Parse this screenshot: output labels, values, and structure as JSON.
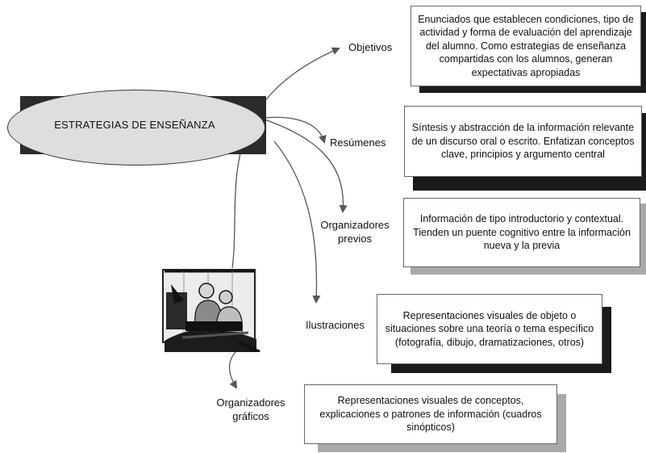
{
  "center": {
    "label": "ESTRATEGIAS DE ENSEÑANZA"
  },
  "branches": [
    {
      "id": "objetivos",
      "label": "Objetivos",
      "description": "Enunciados que establecen condiciones, tipo de actividad y forma de evaluación del aprendizaje del alumno. Como estrategias de enseñanza compartidas con los alumnos, generan expectativas apropiadas"
    },
    {
      "id": "resumenes",
      "label": "Resúmenes",
      "description": "Síntesis y abstracción de la información relevante de un discurso oral o escrito. Enfatizan conceptos clave,  principios y argumento central"
    },
    {
      "id": "organizadores-previos",
      "label": "Organizadores previos",
      "description": "Información de tipo introductorio y contextual. Tienden un puente cognitivo entre la información nueva y la previa"
    },
    {
      "id": "ilustraciones",
      "label": "Ilustraciones",
      "description": "Representaciones visuales de objeto o situaciones sobre una teoría o tema específico (fotografía, dibujo, dramatizaciones, otros)"
    },
    {
      "id": "organizadores-graficos",
      "label": "Organizadores gráficos",
      "description": "Representaciones visuales de conceptos, explicaciones o patrones de información (cuadros sinópticos)"
    }
  ],
  "illustration": {
    "icon": "people-at-computer-clipart"
  },
  "colors": {
    "box_shadow": "#1a1a1a",
    "box_shadow_light": "#a9a9a9",
    "ellipse_fill": "#dedede",
    "center_shadow": "#2b2b2b",
    "arrow": "#555555"
  }
}
